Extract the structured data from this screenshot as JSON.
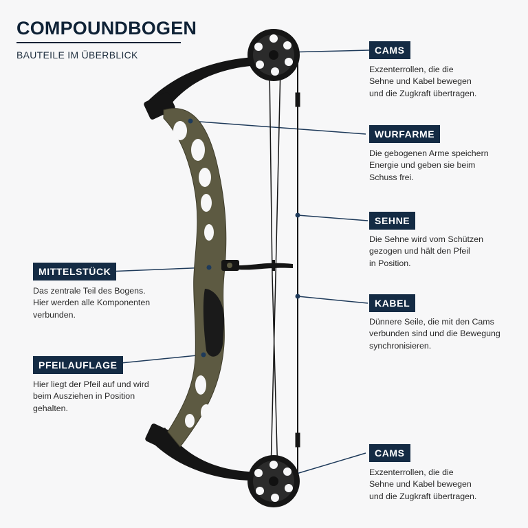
{
  "header": {
    "title": "COMPOUNDBOGEN",
    "subtitle": "BAUTEILE IM ÜBERBLICK"
  },
  "callouts": {
    "cams_top": {
      "label": "CAMS",
      "text": "Exzenterrollen, die die\nSehne und Kabel bewegen\nund die Zugkraft übertragen."
    },
    "wurfarme": {
      "label": "WURFARME",
      "text": "Die gebogenen Arme speichern\nEnergie und geben sie beim\nSchuss frei."
    },
    "sehne": {
      "label": "SEHNE",
      "text": "Die Sehne wird vom Schützen\ngezogen und hält den Pfeil\nin Position."
    },
    "kabel": {
      "label": "KABEL",
      "text": "Dünnere Seile, die mit den Cams\nverbunden sind und die Bewegung\nsynchronisieren."
    },
    "cams_bottom": {
      "label": "CAMS",
      "text": "Exzenterrollen, die die\nSehne und Kabel bewegen\nund die Zugkraft übertragen."
    },
    "mittelstueck": {
      "label": "MITTELSTÜCK",
      "text": "Das zentrale Teil des Bogens.\nHier werden alle Komponenten\nverbunden."
    },
    "pfeilauflage": {
      "label": "PFEILAUFLAGE",
      "text": "Hier liegt der Pfeil auf und wird\nbeim Ausziehen in Position\ngehalten."
    }
  },
  "colors": {
    "accent_navy": "#142b44",
    "riser_olive": "#5d5a42",
    "limb_black": "#141414",
    "leader_line": "#1e3a5a"
  }
}
